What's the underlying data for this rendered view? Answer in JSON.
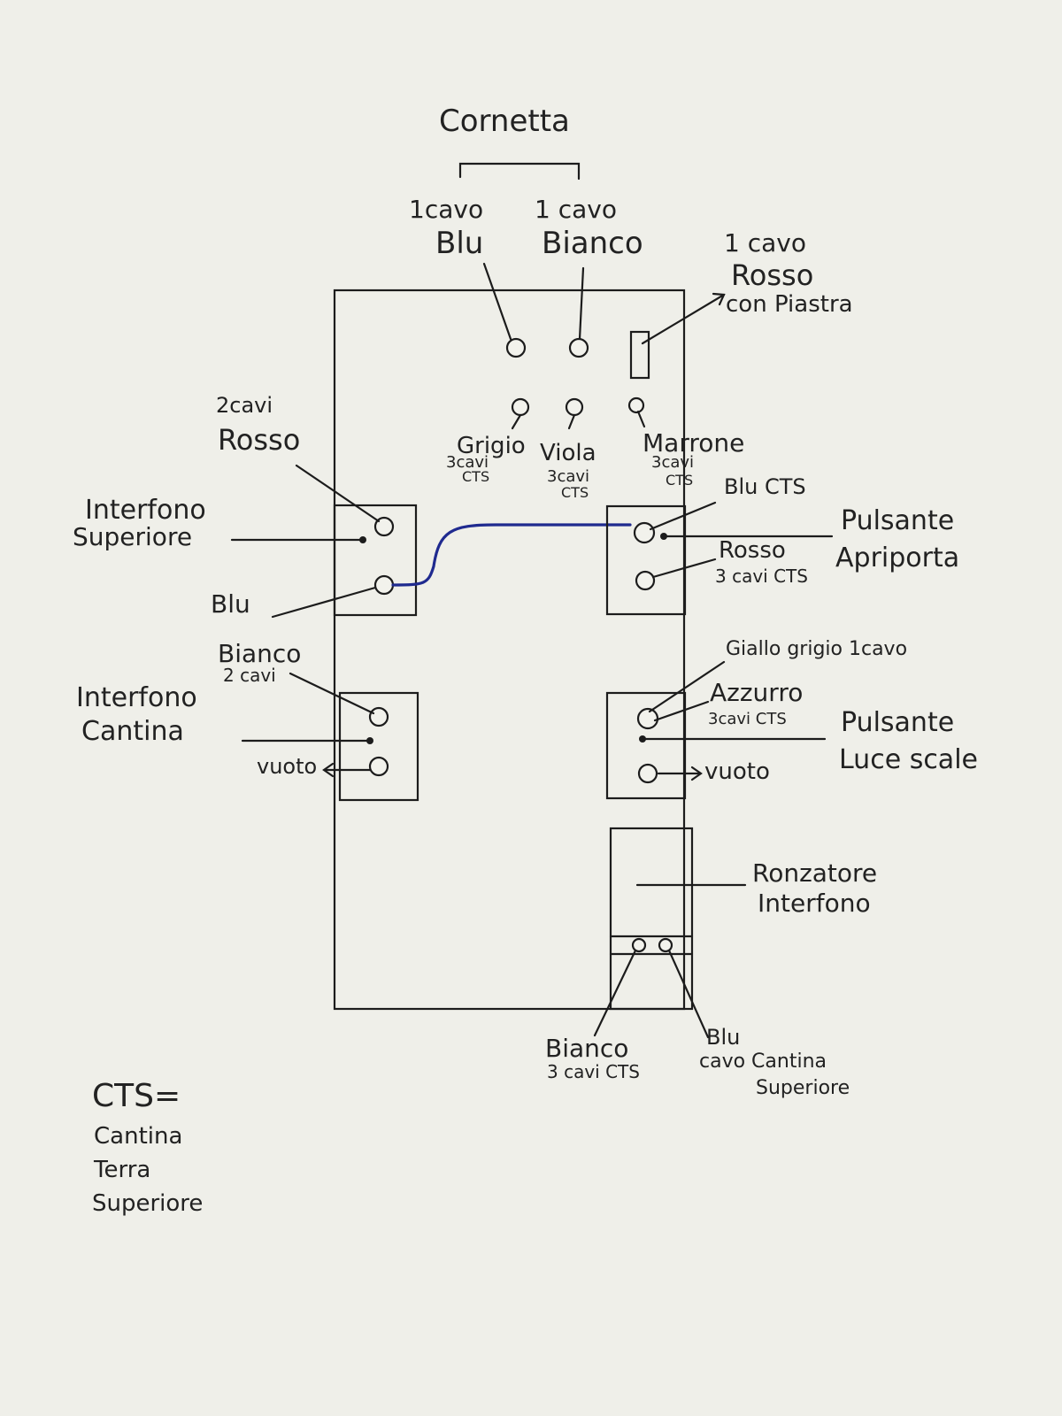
{
  "colors": {
    "paper": "#efefe9",
    "ink": "#1c1c1c",
    "blue_wire": "#1f2a8f"
  },
  "labels": {
    "cornetta": "Cornetta",
    "cable_blu_count": "1cavo",
    "cable_blu_color": "Blu",
    "cable_bianco_count": "1 cavo",
    "cable_bianco_color": "Bianco",
    "rosso_count": "1 cavo",
    "rosso_color": "Rosso",
    "rosso_note": "con Piastra",
    "grigio": "Grigio",
    "grigio_count": "3cavi",
    "grigio_cts": "CTS",
    "viola": "Viola",
    "viola_count": "3cavi",
    "viola_cts": "CTS",
    "marrone": "Marrone",
    "marrone_count": "3cavi",
    "marrone_cts": "CTS",
    "left_top_count": "2cavi",
    "left_top_color": "Rosso",
    "interfono_sup_1": "Interfono",
    "interfono_sup_2": "Superiore",
    "blu_left": "Blu",
    "bianco_left": "Bianco",
    "bianco_left_count": "2 cavi",
    "interfono_cant_1": "Interfono",
    "interfono_cant_2": "Cantina",
    "vuoto_left": "vuoto",
    "blu_cts": "Blu CTS",
    "pulsante_1": "Pulsante",
    "apriporta": "Apriporta",
    "rosso_right": "Rosso",
    "rosso_right_count": "3 cavi CTS",
    "giallo_grigio": "Giallo grigio 1cavo",
    "azzurro": "Azzurro",
    "azzurro_count": "3cavi CTS",
    "pulsante_2": "Pulsante",
    "luce_scale": "Luce scale",
    "vuoto_right": "vuoto",
    "ronzatore_1": "Ronzatore",
    "ronzatore_2": "Interfono",
    "bianco_bottom": "Bianco",
    "bianco_bottom_count": "3 cavi CTS",
    "blu_bottom": "Blu",
    "cavo_cantina": "cavo Cantina",
    "superiore_bottom": "Superiore",
    "legend_title": "CTS=",
    "legend_1": "Cantina",
    "legend_2": "Terra",
    "legend_3": "Superiore"
  }
}
